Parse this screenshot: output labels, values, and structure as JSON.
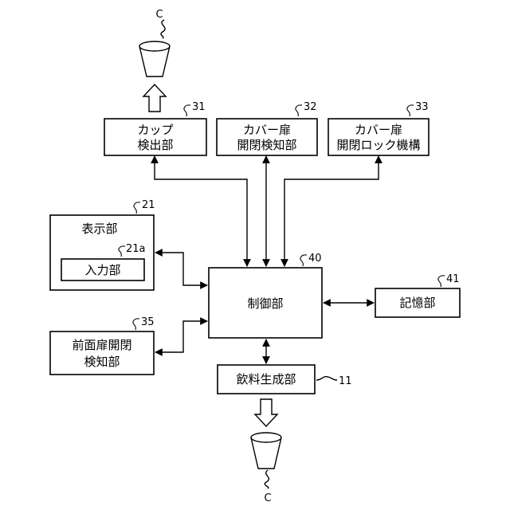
{
  "blocks": {
    "cup_detector": {
      "line1": "カップ",
      "line2": "検出部",
      "ref": "31"
    },
    "cover_door_detector": {
      "line1": "カバー扉",
      "line2": "開閉検知部",
      "ref": "32"
    },
    "cover_door_lock": {
      "line1": "カバー扉",
      "line2": "開閉ロック機構",
      "ref": "33"
    },
    "display": {
      "label": "表示部",
      "ref": "21"
    },
    "input": {
      "label": "入力部",
      "ref": "21a"
    },
    "controller": {
      "label": "制御部",
      "ref": "40"
    },
    "storage": {
      "label": "記憶部",
      "ref": "41"
    },
    "front_door_detector": {
      "line1": "前面扉開閉",
      "line2": "検知部",
      "ref": "35"
    },
    "beverage_generator": {
      "label": "飲料生成部",
      "ref": "11"
    }
  },
  "cups": {
    "top": "C",
    "bottom": "C"
  }
}
